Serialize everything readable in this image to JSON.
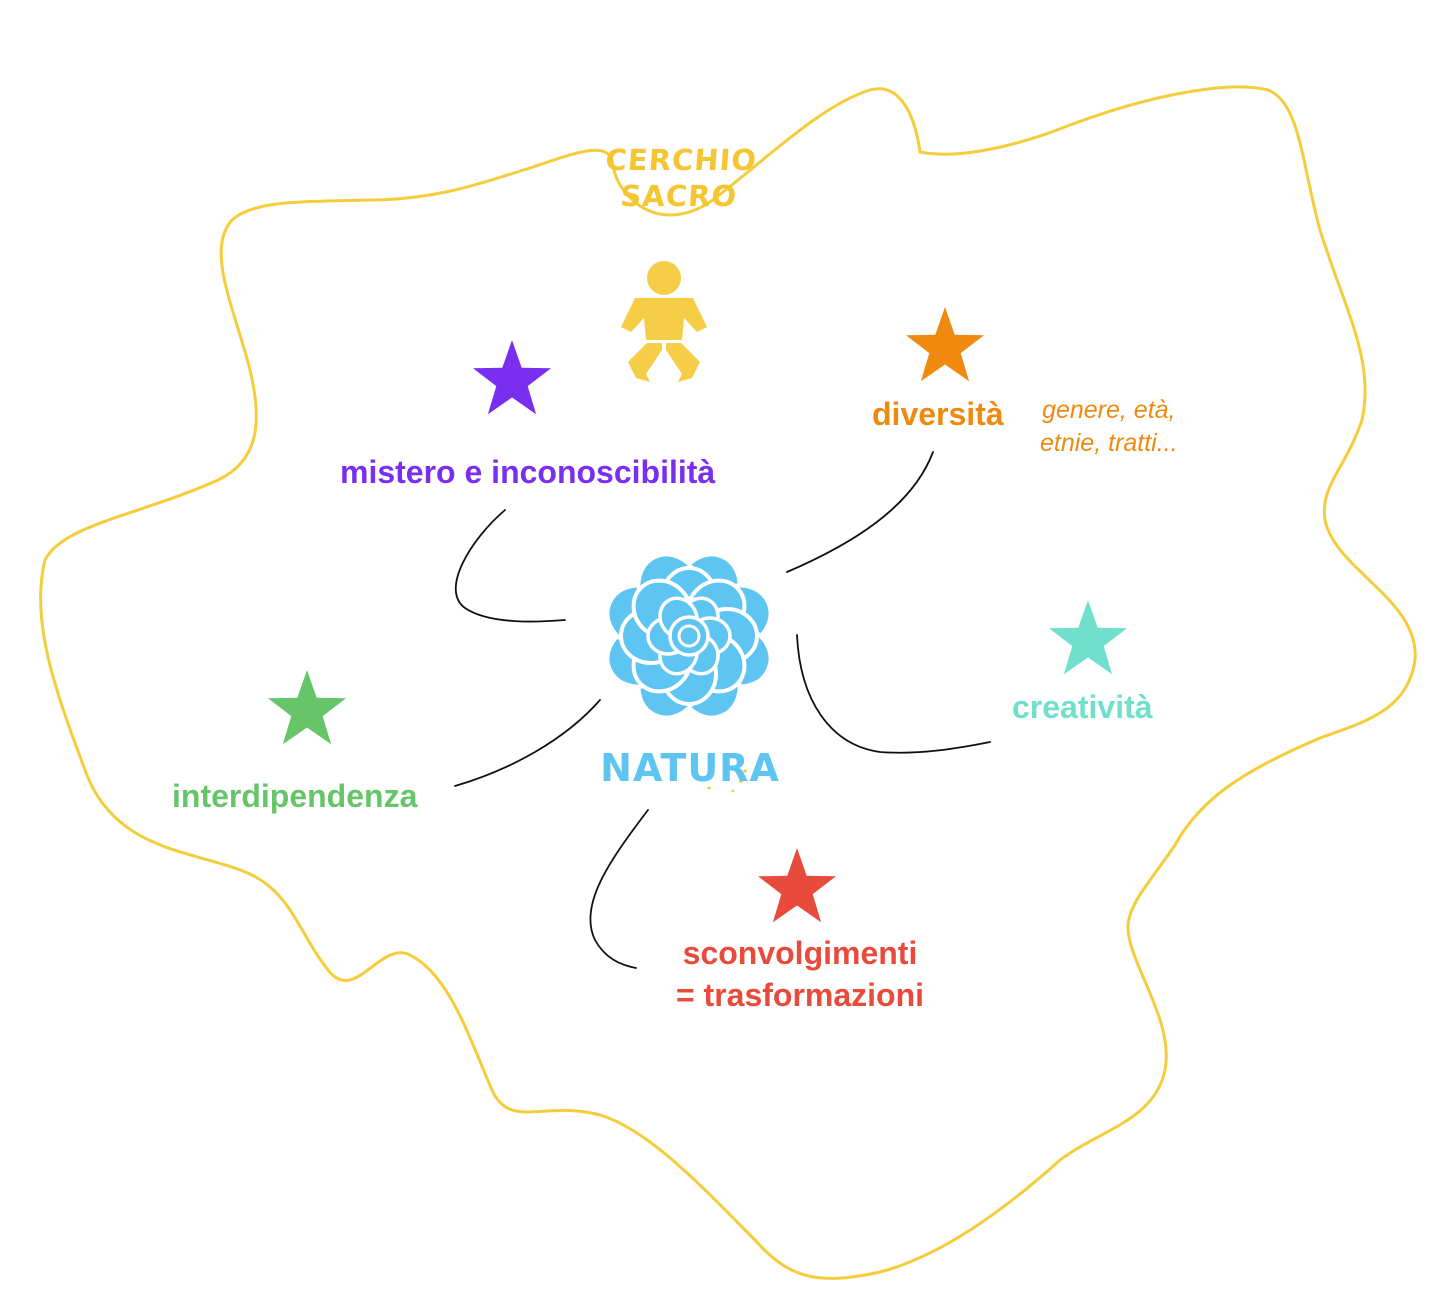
{
  "title": {
    "line1": "CERCHIO",
    "line2": "SACRO"
  },
  "center": {
    "label": "NATURA"
  },
  "concepts": {
    "mistero": {
      "label": "mistero e inconoscibilità"
    },
    "diversita": {
      "label": "diversità",
      "note_line1": "genere, età,",
      "note_line2": "etnie, tratti..."
    },
    "creativita": {
      "label": "creatività"
    },
    "interdipendenza": {
      "label": "interdipendenza"
    },
    "sconvolgimenti": {
      "line1": "sconvolgimenti",
      "line2": "= trasformazioni"
    }
  },
  "colors": {
    "boundary": "#f5cd3c",
    "title": "#f5c532",
    "baby": "#f5cd47",
    "flower": "#5ec4f2",
    "mistero": "#7a2ef0",
    "diversita": "#f0890f",
    "creativita": "#70e0cd",
    "interdipendenza": "#66c469",
    "sconvolgimenti": "#e84b3c",
    "connector": "#111111"
  },
  "icons": {
    "boundary": "hand-drawn-circle-outline",
    "baby": "baby-icon",
    "flower": "flower-icon",
    "star": "star-icon"
  }
}
